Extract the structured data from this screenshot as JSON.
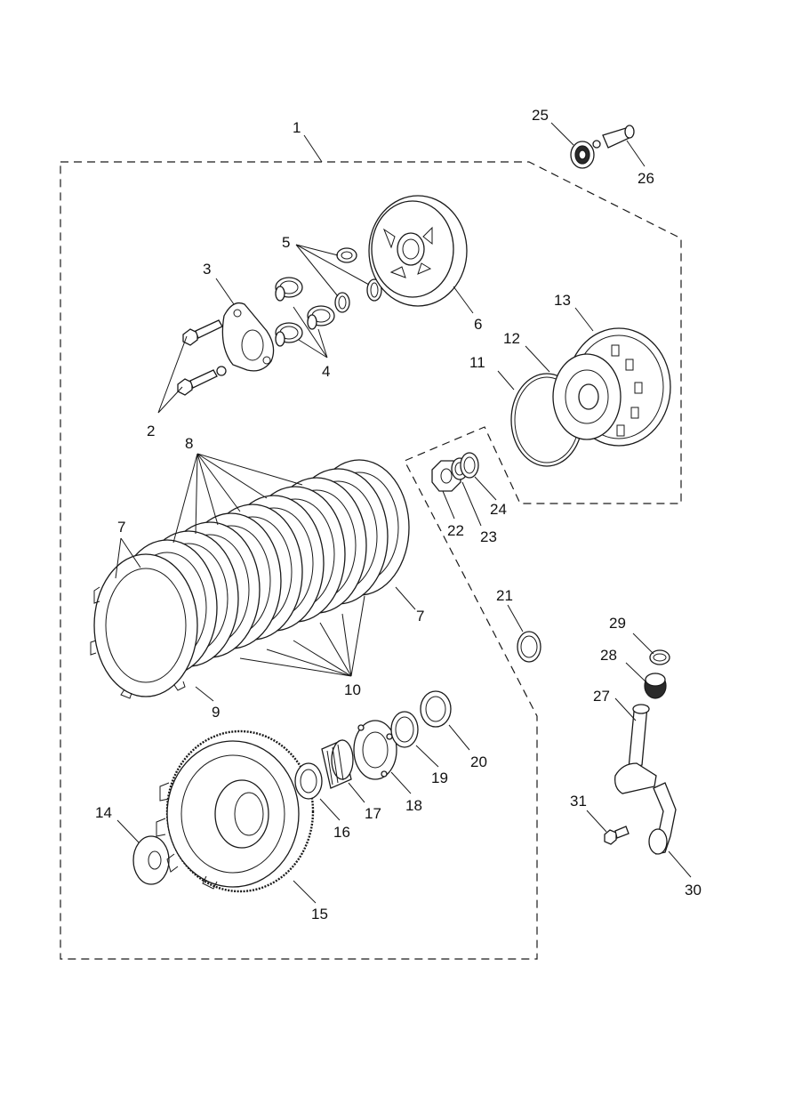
{
  "callouts": {
    "c1": "1",
    "c2": "2",
    "c3": "3",
    "c4": "4",
    "c5": "5",
    "c6": "6",
    "c7a": "7",
    "c7b": "7",
    "c8": "8",
    "c9": "9",
    "c10": "10",
    "c11": "11",
    "c12": "12",
    "c13": "13",
    "c14": "14",
    "c15": "15",
    "c16": "16",
    "c17": "17",
    "c18": "18",
    "c19": "19",
    "c20": "20",
    "c21": "21",
    "c22": "22",
    "c23": "23",
    "c24": "24",
    "c25": "25",
    "c26": "26",
    "c27": "27",
    "c28": "28",
    "c29": "29",
    "c30": "30",
    "c31": "31"
  },
  "colors": {
    "line": "#1a1a1a",
    "background": "#ffffff",
    "dark_part": "#2a2a2a"
  }
}
